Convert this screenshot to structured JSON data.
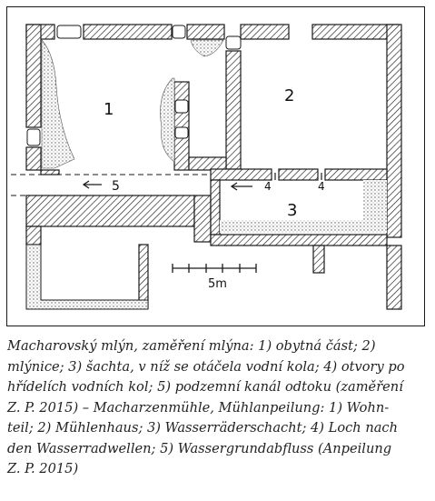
{
  "plan": {
    "room_labels": [
      "1",
      "2",
      "3"
    ],
    "hole_label": "4",
    "canal_label": "5",
    "scale_label": "5m",
    "colors": {
      "ink": "#1a1a1a",
      "hatch": "#1a1a1a",
      "stipple": "#666666"
    }
  },
  "caption": {
    "lines": [
      "Macharovský mlýn, zaměření mlýna: 1) obytná část; 2)",
      "mlýnice; 3) šachta, v níž se otáčela vodní kola; 4) otvory po",
      "hřídelích vodních kol; 5) podzemní kanál odtoku (zaměření",
      "Z. P. 2015) – Macharzenmühle, Mühlanpeilung: 1) Wohn-",
      "teil; 2) Mühlenhaus; 3) Wasserräderschacht; 4) Loch nach",
      "den Wasserradwellen; 5) Wassergrundabfluss (Anpeilung",
      "Z. P. 2015)"
    ]
  }
}
